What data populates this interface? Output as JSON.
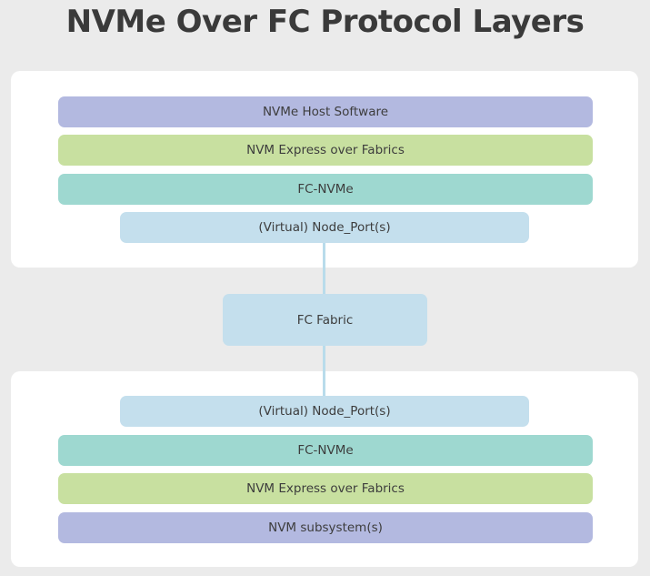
{
  "title": "NVMe Over FC Protocol Layers",
  "top_stack": [
    "NVMe Host Software",
    "NVM Express over Fabrics",
    "FC-NVMe",
    "(Virtual) Node_Port(s)"
  ],
  "fabric": "FC Fabric",
  "bottom_stack": [
    "(Virtual) Node_Port(s)",
    "FC-NVMe",
    "NVM Express over Fabrics",
    "NVM subsystem(s)"
  ],
  "colors": {
    "host_software": "#b3b9e0",
    "nvme_over_fabrics": "#c8e0a0",
    "fc_nvme": "#9ed8d0",
    "node_port": "#c4dfed",
    "fabric": "#c4dfed",
    "nvm_subsystem": "#b3b9e0",
    "panel": "#ffffff",
    "background": "#ebebeb"
  }
}
